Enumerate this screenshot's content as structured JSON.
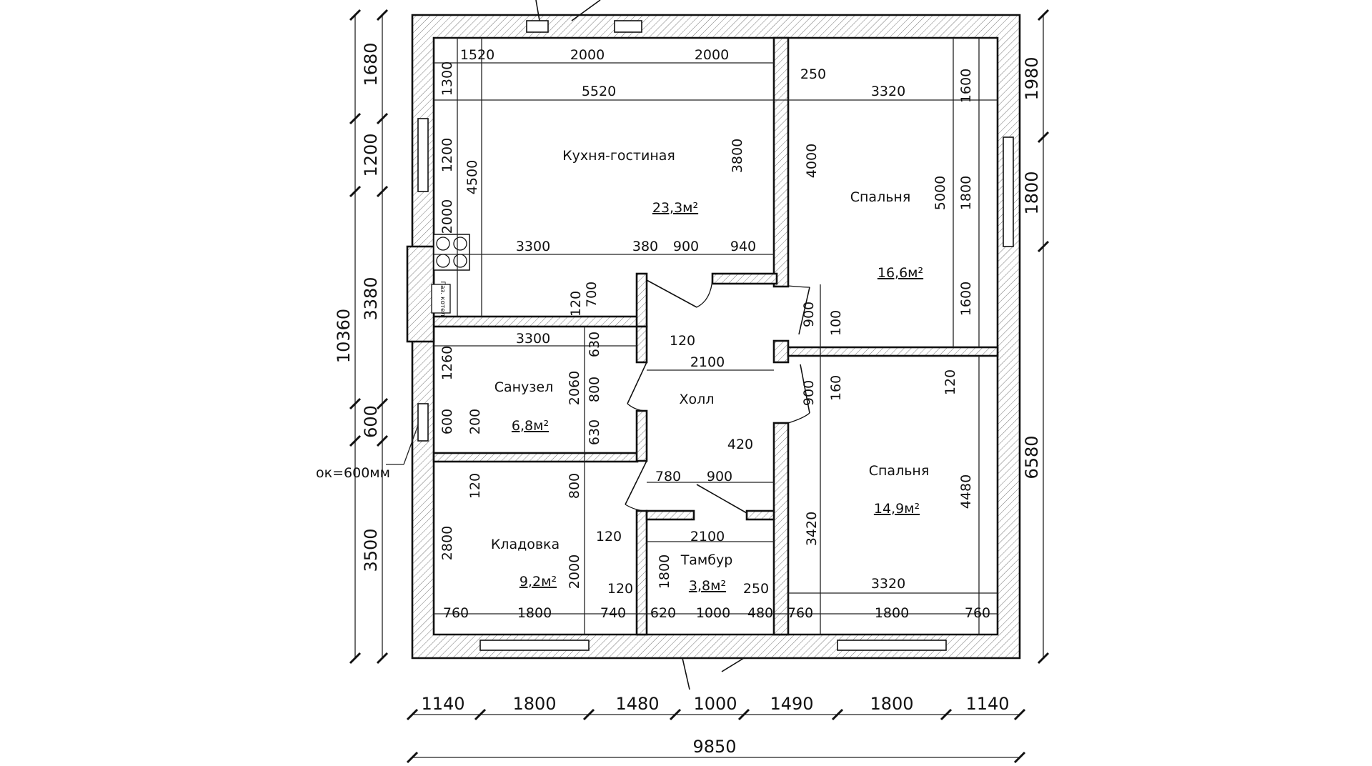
{
  "drawing": {
    "type": "floor-plan",
    "overall": {
      "width": "9850",
      "height": "10360"
    },
    "rooms": [
      {
        "name": "Кухня-гостиная",
        "area": "23,3м²"
      },
      {
        "name": "Спальня",
        "area": "16,6м²"
      },
      {
        "name": "Санузел",
        "area": "6,8м²"
      },
      {
        "name": "Холл",
        "area": ""
      },
      {
        "name": "Спальня",
        "area": "14,9м²"
      },
      {
        "name": "Кладовка",
        "area": "9,2м²"
      },
      {
        "name": "Тамбур",
        "area": "3,8м²"
      }
    ],
    "equipment": {
      "boiler": "Газ. котел"
    },
    "window_note": "ок=600мм",
    "dims": {
      "bottom_chain": [
        "1140",
        "1800",
        "1480",
        "1000",
        "1490",
        "1800",
        "1140"
      ],
      "bottom_total": "9850",
      "left_chain": [
        "1680",
        "1200",
        "3380",
        "600",
        "3500"
      ],
      "left_total": "10360",
      "right_chain": [
        "1980",
        "1800",
        "6580"
      ],
      "kitchen_top": [
        "1520",
        "2000",
        "2000"
      ],
      "kitchen_width": "5520",
      "kitchen_left": [
        "1300",
        "1200",
        "2000"
      ],
      "kitchen_height": "4500",
      "kitchen_inner": "3800",
      "kitchen_bottom": [
        "3300",
        "380",
        "900",
        "940"
      ],
      "partition_250": "250",
      "bed1_width": "3320",
      "bed1_right": [
        "1600",
        "1800",
        "1600"
      ],
      "bed1_height": "5000",
      "bed1_left": "4000",
      "hall_door": [
        "120",
        "700"
      ],
      "bath_width": "3300",
      "bath_left": [
        "1260",
        "600"
      ],
      "bath_window_leader": "200",
      "bath_height": "2060",
      "bath_right": [
        "630",
        "800",
        "630"
      ],
      "hall_120": "120",
      "hall_width": "2100",
      "bed_doors": [
        "900",
        "900"
      ],
      "wall_100": "100",
      "wall_160": "160",
      "bed2_wall_120": "120",
      "storage_120": "120",
      "storage_800": "800",
      "storage_left": "2800",
      "storage_right": "2000",
      "tambur_top": [
        "780",
        "900"
      ],
      "tambur_420": "420",
      "tambur_120": "120",
      "tambur_width": "2100",
      "tambur_height": "1800",
      "tambur_left_wall": "120",
      "tambur_right_wall": "250",
      "bed2_left": "3420",
      "bed2_right": "4480",
      "bed2_width": "3320",
      "bottom_inner": [
        "760",
        "1800",
        "740",
        "620",
        "1000",
        "480",
        "760",
        "1800",
        "760"
      ]
    }
  }
}
